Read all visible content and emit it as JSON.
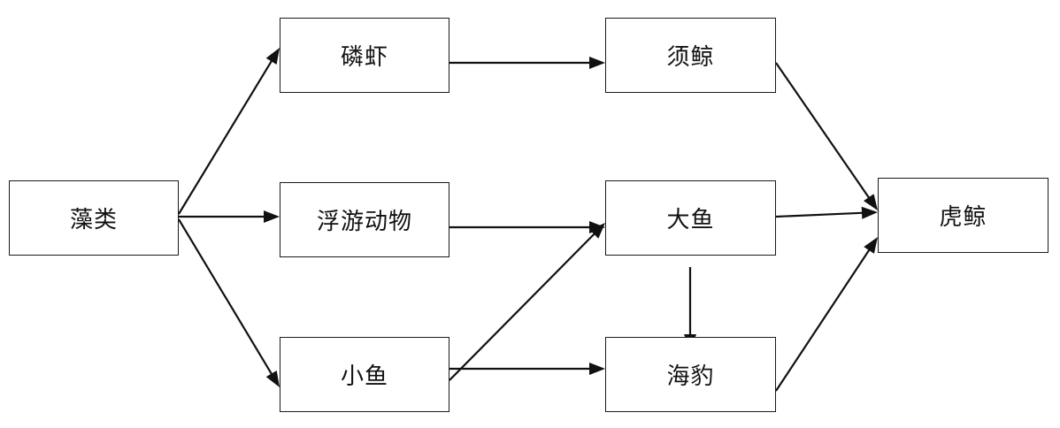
{
  "diagram": {
    "nodes": {
      "algae": {
        "label": "藻类"
      },
      "krill": {
        "label": "磷虾"
      },
      "zooplankton": {
        "label": "浮游动物"
      },
      "small_fish": {
        "label": "小鱼"
      },
      "baleen_whale": {
        "label": "须鲸"
      },
      "big_fish": {
        "label": "大鱼"
      },
      "seal": {
        "label": "海豹"
      },
      "orca": {
        "label": "虎鲸"
      }
    },
    "edges": [
      {
        "from": "algae",
        "to": "krill"
      },
      {
        "from": "algae",
        "to": "zooplankton"
      },
      {
        "from": "algae",
        "to": "small_fish"
      },
      {
        "from": "krill",
        "to": "baleen_whale"
      },
      {
        "from": "zooplankton",
        "to": "big_fish"
      },
      {
        "from": "small_fish",
        "to": "big_fish"
      },
      {
        "from": "small_fish",
        "to": "seal"
      },
      {
        "from": "big_fish",
        "to": "seal"
      },
      {
        "from": "baleen_whale",
        "to": "orca"
      },
      {
        "from": "big_fish",
        "to": "orca"
      },
      {
        "from": "seal",
        "to": "orca"
      }
    ],
    "colors": {
      "stroke": "#111111",
      "background": "#ffffff"
    }
  }
}
